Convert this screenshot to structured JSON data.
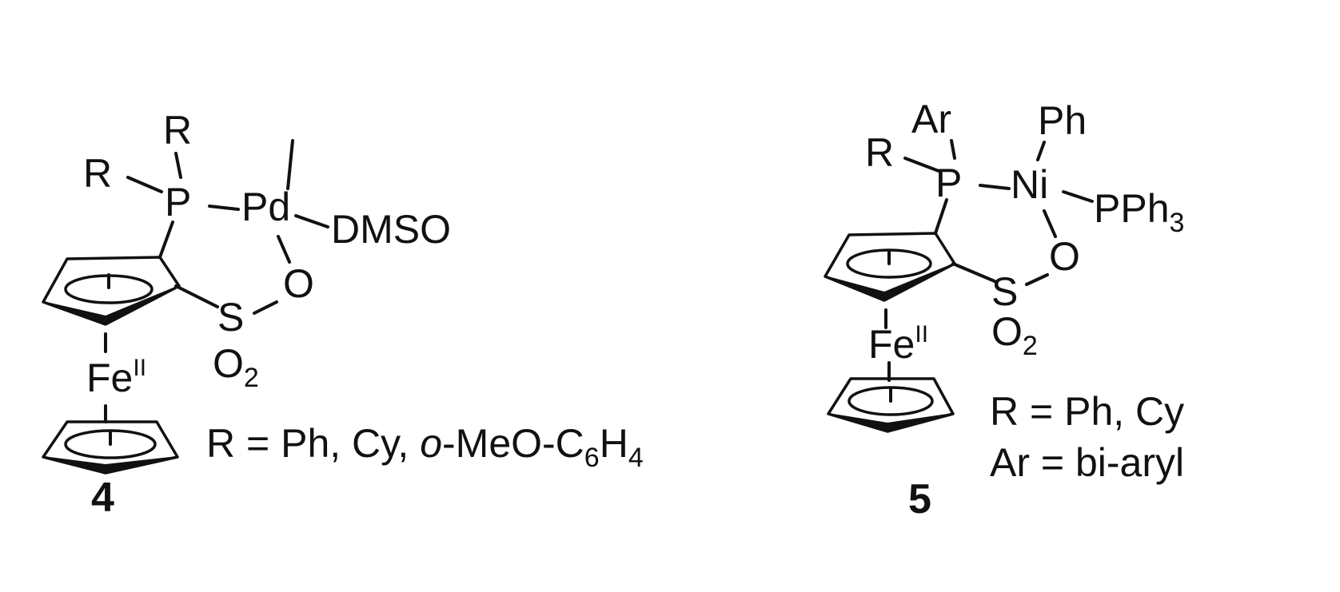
{
  "compound4": {
    "number": "4",
    "atoms": {
      "r_top": "R",
      "r_left": "R",
      "p": "P",
      "pd": "Pd",
      "dmso": "DMSO",
      "o": "O",
      "s": "S",
      "o2_o": "O",
      "o2_sub": "2",
      "fe": "Fe",
      "fe_ox": "II"
    },
    "legend": {
      "prefix": "R = Ph, Cy, ",
      "ortho": "o",
      "mid": "-MeO-C",
      "sub6": "6",
      "h": "H",
      "sub4": "4"
    }
  },
  "compound5": {
    "number": "5",
    "atoms": {
      "ar": "Ar",
      "r_left": "R",
      "p": "P",
      "ni": "Ni",
      "ph": "Ph",
      "pph3": "PPh",
      "pph3_sub": "3",
      "o": "O",
      "s": "S",
      "o2_o": "O",
      "o2_sub": "2",
      "fe": "Fe",
      "fe_ox": "II"
    },
    "legend": {
      "line1": "R = Ph, Cy",
      "line2": "Ar = bi-aryl"
    }
  }
}
